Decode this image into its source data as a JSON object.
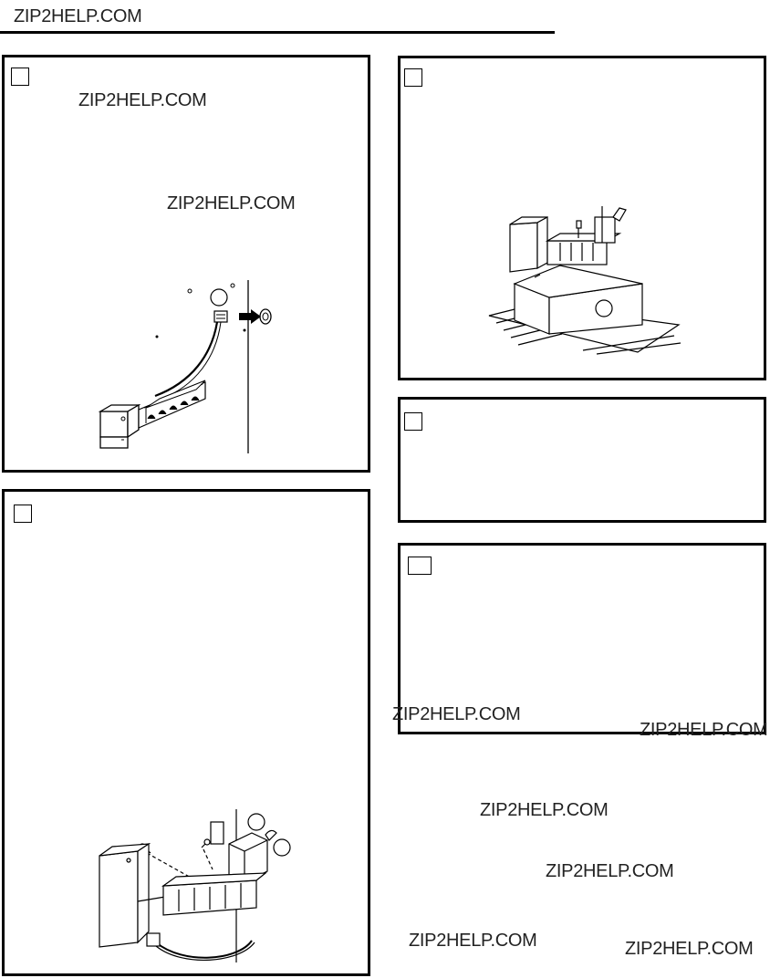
{
  "watermarks": {
    "header": "ZIP2HELP.COM",
    "w1": "ZIP2HELP.COM",
    "w2": "ZIP2HELP.COM",
    "w3": "ZIP2HELP.COM",
    "w4": "ZIP2HELP.COM",
    "w5": "ZIP2HELP.COM",
    "w6": "ZIP2HELP.COM",
    "w7": "ZIP2HELP.COM",
    "w8": "ZIP2HELP.COM"
  },
  "panels": [
    {
      "id": "panel-top-left",
      "illustration": "icemaker-disconnect-plug"
    },
    {
      "id": "panel-top-right",
      "illustration": "icemaker-bucket-install"
    },
    {
      "id": "panel-mid-right",
      "illustration": "none"
    },
    {
      "id": "panel-bottom-right",
      "illustration": "none"
    },
    {
      "id": "panel-bottom-left",
      "illustration": "icemaker-mounting-screws"
    }
  ],
  "colors": {
    "ink": "#000000",
    "paper": "#ffffff"
  }
}
